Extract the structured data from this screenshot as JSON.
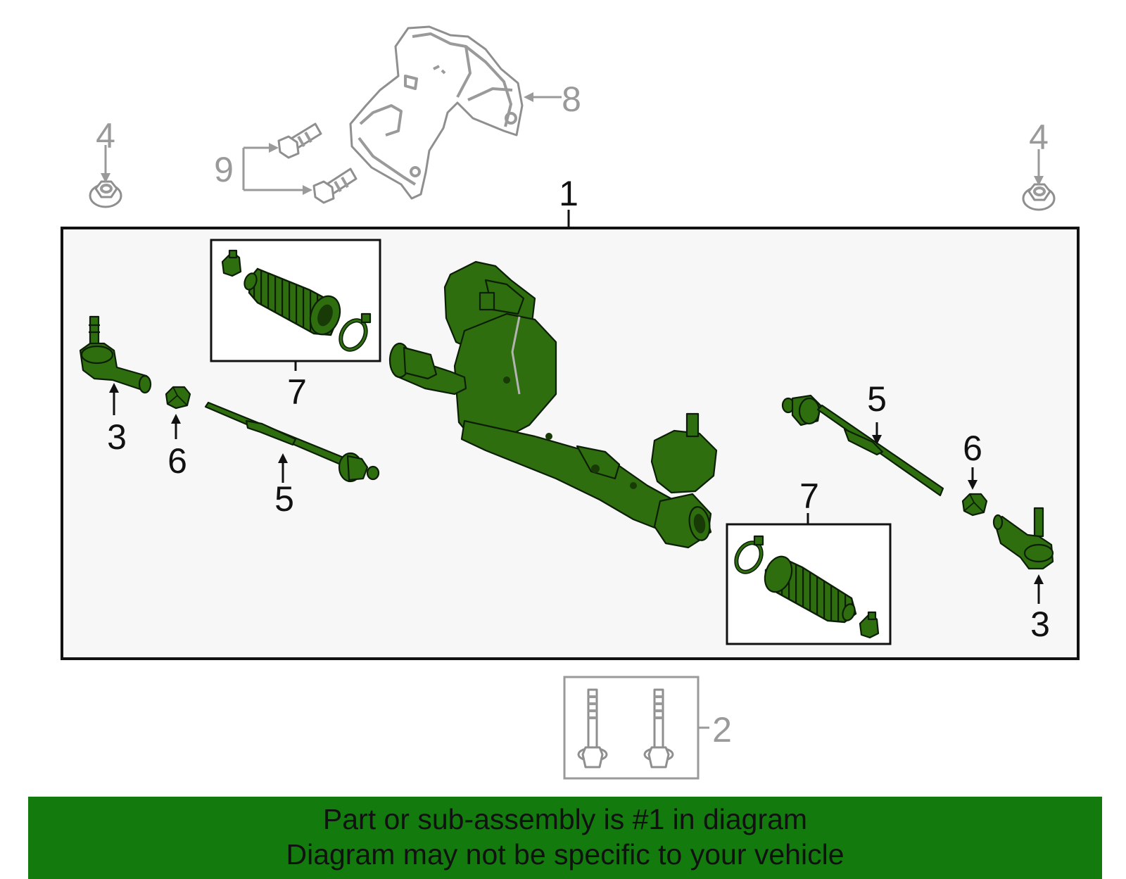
{
  "callouts": {
    "c1": "1",
    "c2": "2",
    "c3_left": "3",
    "c3_right": "3",
    "c4_left": "4",
    "c4_right": "4",
    "c5_left": "5",
    "c5_right": "5",
    "c6_left": "6",
    "c6_right": "6",
    "c7_top": "7",
    "c7_bottom": "7",
    "c8": "8",
    "c9": "9"
  },
  "banner": {
    "line1": "Part or sub-assembly is #1 in diagram",
    "line2": "Diagram may not be specific to your vehicle"
  },
  "colors": {
    "part_green": "#2e6e0f",
    "banner_green": "#137a0e",
    "outline_gray": "#9a9a9a",
    "panel_fill": "#f7f7f7"
  }
}
